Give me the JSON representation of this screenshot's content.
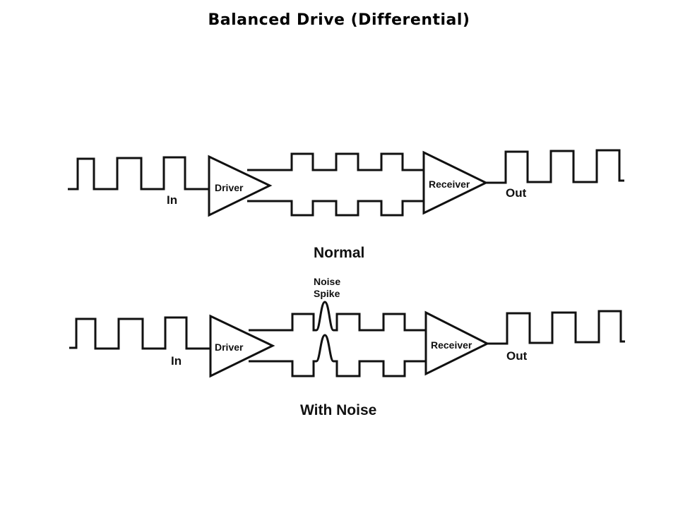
{
  "title": "Balanced Drive (Differential)",
  "ink_color": "#111111",
  "diagrams": {
    "normal": {
      "caption": "Normal",
      "in_label": "In",
      "out_label": "Out",
      "driver_label": "Driver",
      "receiver_label": "Receiver"
    },
    "noise": {
      "caption": "With Noise",
      "in_label": "In",
      "out_label": "Out",
      "driver_label": "Driver",
      "receiver_label": "Receiver",
      "noise_label_line1": "Noise",
      "noise_label_line2": "Spike"
    }
  }
}
